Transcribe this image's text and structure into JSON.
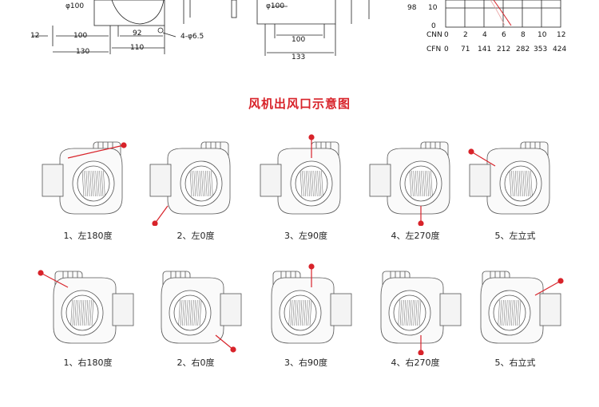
{
  "top": {
    "dims_left": [
      "φ100",
      "12",
      "100",
      "92",
      "130",
      "110",
      "4-φ6.5"
    ],
    "dims_mid": [
      "φ100",
      "100",
      "133"
    ],
    "chart_y_ticks": [
      "98",
      "10",
      "0"
    ],
    "chart_cnn_label": "CNN",
    "chart_cnn_ticks": [
      "0",
      "2",
      "4",
      "6",
      "8",
      "10",
      "12"
    ],
    "chart_cfn_label": "CFN",
    "chart_cfn_ticks": [
      "0",
      "71",
      "141",
      "212",
      "282",
      "353",
      "424"
    ]
  },
  "title": "风机出风口示意图",
  "row1": [
    {
      "label": "1、左180度",
      "arrow": "left-top"
    },
    {
      "label": "2、左0度",
      "arrow": "left-bottom"
    },
    {
      "label": "3、左90度",
      "arrow": "top"
    },
    {
      "label": "4、左270度",
      "arrow": "bottom"
    },
    {
      "label": "5、左立式",
      "arrow": "left"
    }
  ],
  "row2": [
    {
      "label": "1、右180度",
      "arrow": "right-top"
    },
    {
      "label": "2、右0度",
      "arrow": "right-bottom"
    },
    {
      "label": "3、右90度",
      "arrow": "top"
    },
    {
      "label": "4、右270度",
      "arrow": "bottom"
    },
    {
      "label": "5、右立式",
      "arrow": "right"
    }
  ],
  "colors": {
    "title": "#d8232a",
    "arrow": "#d8232a",
    "line": "#555555"
  }
}
